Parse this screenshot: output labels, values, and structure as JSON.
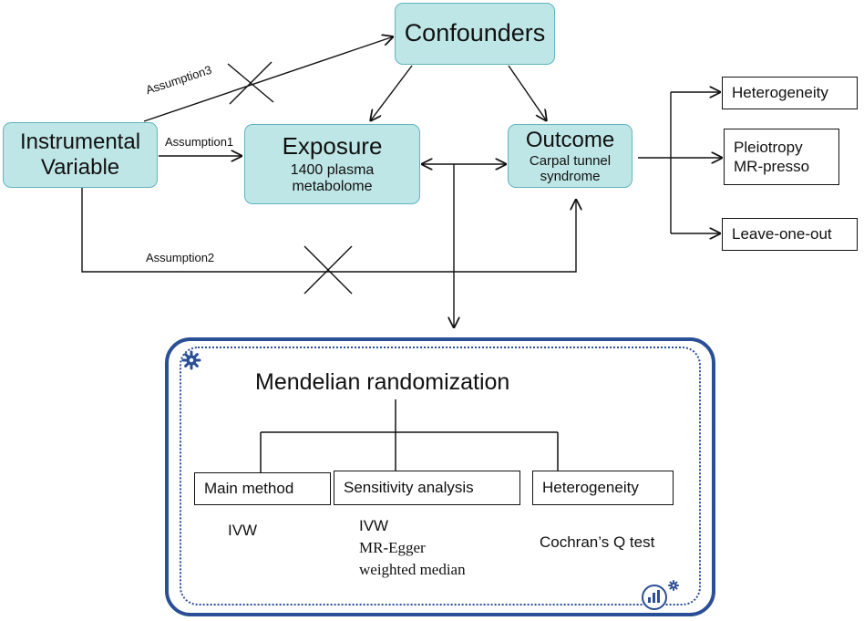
{
  "nodes": {
    "confounders": "Confounders",
    "instrumental_line1": "Instrumental",
    "instrumental_line2": "Variable",
    "exposure_title": "Exposure",
    "exposure_line1": "1400 plasma",
    "exposure_line2": "metabolome",
    "outcome_title": "Outcome",
    "outcome_line1": "Carpal tunnel",
    "outcome_line2": "syndrome"
  },
  "assumptions": {
    "a1": "Assumption1",
    "a2": "Assumption2",
    "a3": "Assumption3"
  },
  "sensitivity_outputs": {
    "heterogeneity": "Heterogeneity",
    "pleiotropy_line1": "Pleiotropy",
    "pleiotropy_line2": "MR-presso",
    "leave_one_out": "Leave-one-out"
  },
  "mr_panel": {
    "title": "Mendelian randomization",
    "main_method": "Main method",
    "sensitivity_analysis": "Sensitivity analysis",
    "heterogeneity": "Heterogeneity",
    "main_items": [
      "IVW"
    ],
    "sensitivity_items": [
      "IVW",
      "MR-Egger",
      "weighted median"
    ],
    "heterogeneity_items": [
      "Cochran’s Q test"
    ]
  },
  "icons": {
    "corner_top_left": "gear-icon",
    "corner_bottom_right": "bar-chart-icon"
  },
  "colors": {
    "node_fill": "#bfe6e6",
    "node_border": "#5fb4c0",
    "panel_border": "#2a4f96"
  }
}
